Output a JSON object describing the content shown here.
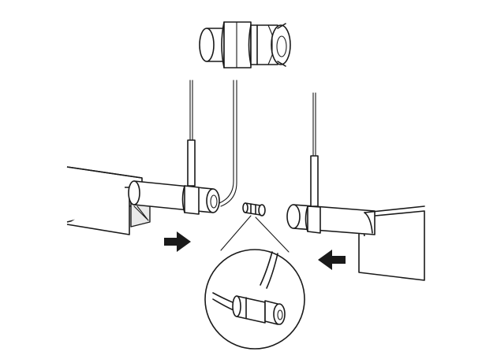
{
  "figure": {
    "elements": [
      "connector-sleeve-part",
      "left-rail-section",
      "right-rail-section",
      "small-connector-plug",
      "left-arrow",
      "right-arrow",
      "detail-circle"
    ]
  },
  "colors": {
    "line": "#1a1a1a",
    "background": "#ffffff",
    "shade": "#e9e9e9"
  }
}
